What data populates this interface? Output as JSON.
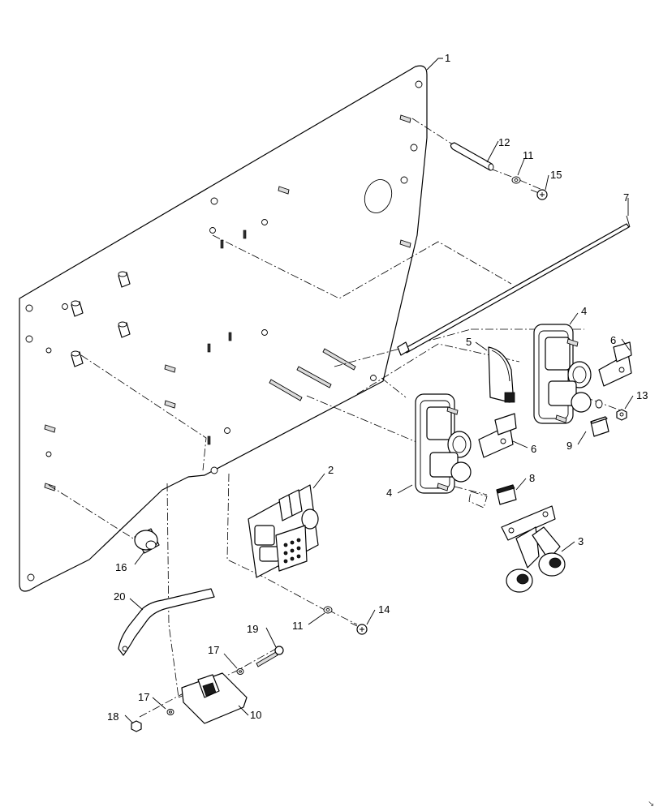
{
  "diagram": {
    "callouts": [
      {
        "id": "c1",
        "label": "1"
      },
      {
        "id": "c2",
        "label": "2"
      },
      {
        "id": "c3",
        "label": "3"
      },
      {
        "id": "c4a",
        "label": "4"
      },
      {
        "id": "c4b",
        "label": "4"
      },
      {
        "id": "c5",
        "label": "5"
      },
      {
        "id": "c6a",
        "label": "6"
      },
      {
        "id": "c6b",
        "label": "6"
      },
      {
        "id": "c7",
        "label": "7"
      },
      {
        "id": "c8",
        "label": "8"
      },
      {
        "id": "c9",
        "label": "9"
      },
      {
        "id": "c10",
        "label": "10"
      },
      {
        "id": "c11a",
        "label": "11"
      },
      {
        "id": "c11b",
        "label": "11"
      },
      {
        "id": "c12",
        "label": "12"
      },
      {
        "id": "c13",
        "label": "13"
      },
      {
        "id": "c14",
        "label": "14"
      },
      {
        "id": "c15",
        "label": "15"
      },
      {
        "id": "c16",
        "label": "16"
      },
      {
        "id": "c17a",
        "label": "17"
      },
      {
        "id": "c17b",
        "label": "17"
      },
      {
        "id": "c18",
        "label": "18"
      },
      {
        "id": "c19",
        "label": "19"
      },
      {
        "id": "c20",
        "label": "20"
      }
    ],
    "corner_mark": "↘"
  }
}
